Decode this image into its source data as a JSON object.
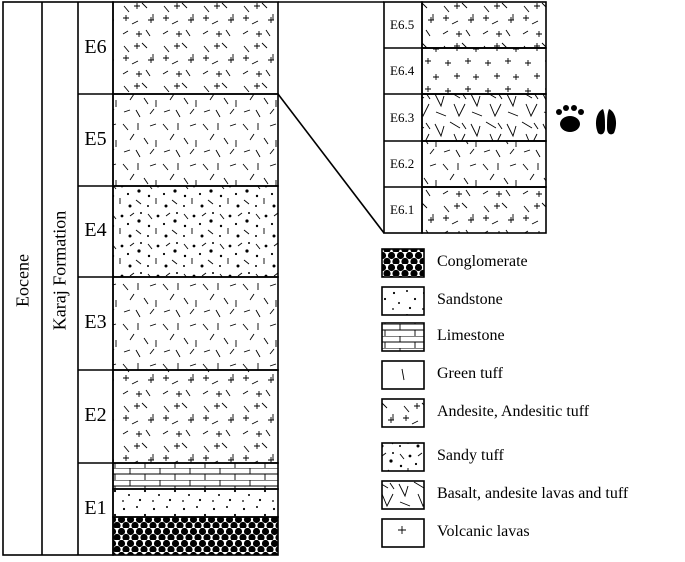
{
  "column": {
    "epoch": "Eocene",
    "formation": "Karaj Formation",
    "units": [
      "E6",
      "E5",
      "E4",
      "E3",
      "E2",
      "E1"
    ]
  },
  "subunits": [
    "E6.5",
    "E6.4",
    "E6.3",
    "E6.2",
    "E6.1"
  ],
  "fossil_icons": [
    "paw-print-icon",
    "hoof-print-icon"
  ],
  "legend": [
    {
      "label": "Conglomerate",
      "pattern": "conglomerate"
    },
    {
      "label": "Sandstone",
      "pattern": "sandstone"
    },
    {
      "label": "Limestone",
      "pattern": "limestone"
    },
    {
      "label": "Green tuff",
      "pattern": "green-tuff"
    },
    {
      "label": "Andesite, Andesitic tuff",
      "pattern": "andesitic-tuff"
    },
    {
      "label": "Sandy tuff",
      "pattern": "sandy-tuff"
    },
    {
      "label": "Basalt, andesite lavas and tuff",
      "pattern": "basalt-tuff"
    },
    {
      "label": "Volcanic lavas",
      "pattern": "volcanic-lavas"
    }
  ]
}
